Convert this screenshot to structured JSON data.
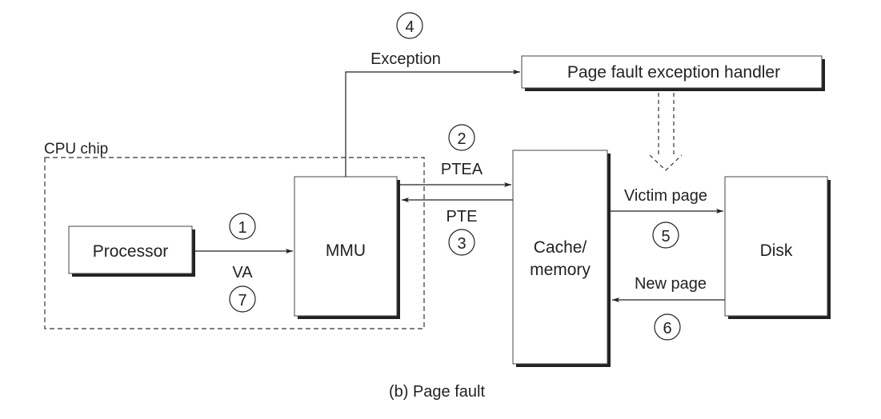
{
  "diagram": {
    "caption": "(b) Page fault",
    "group": {
      "label": "CPU chip"
    },
    "components": {
      "processor": "Processor",
      "mmu": "MMU",
      "cache": [
        "Cache/",
        "memory"
      ],
      "disk": "Disk",
      "handler": "Page fault exception handler"
    },
    "edges": {
      "va": {
        "label": "VA",
        "steps": [
          "1",
          "7"
        ]
      },
      "exception": {
        "label": "Exception",
        "step": "4"
      },
      "ptea": {
        "label": "PTEA",
        "step": "2"
      },
      "pte": {
        "label": "PTE",
        "step": "3"
      },
      "victim": {
        "label": "Victim page",
        "step": "5"
      },
      "newpage": {
        "label": "New page",
        "step": "6"
      }
    }
  }
}
